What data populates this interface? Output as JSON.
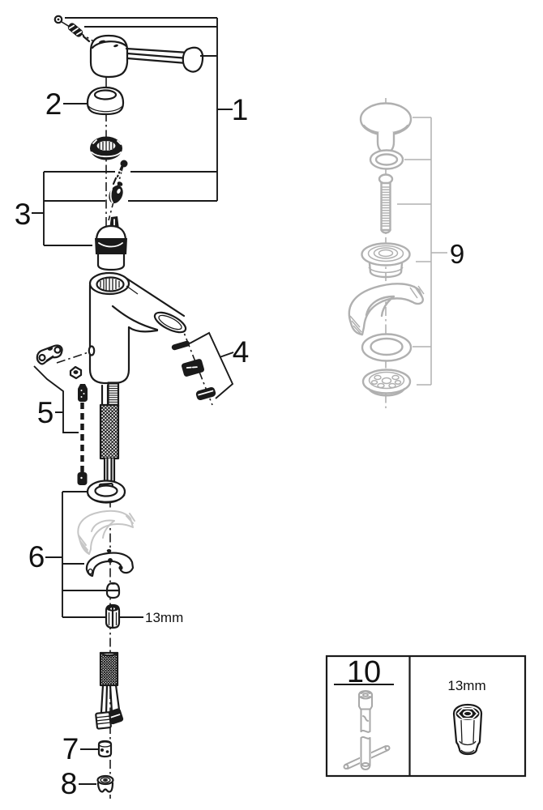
{
  "diagram": {
    "type": "exploded-parts-diagram",
    "background": "#ffffff",
    "colors": {
      "line": "#1a1a1a",
      "part9_gray": "#b0b0b0",
      "phantom_gray": "#c6c6c6",
      "tool_gray": "#a8a8a8"
    },
    "callouts": {
      "part1": "1",
      "part2": "2",
      "part3": "3",
      "part4": "4",
      "part5": "5",
      "part6": "6",
      "part7": "7",
      "part8": "8",
      "part9": "9",
      "part10": "10"
    },
    "annotations": {
      "main_nut_size": "13mm",
      "inset_tool_size": "13mm"
    }
  }
}
